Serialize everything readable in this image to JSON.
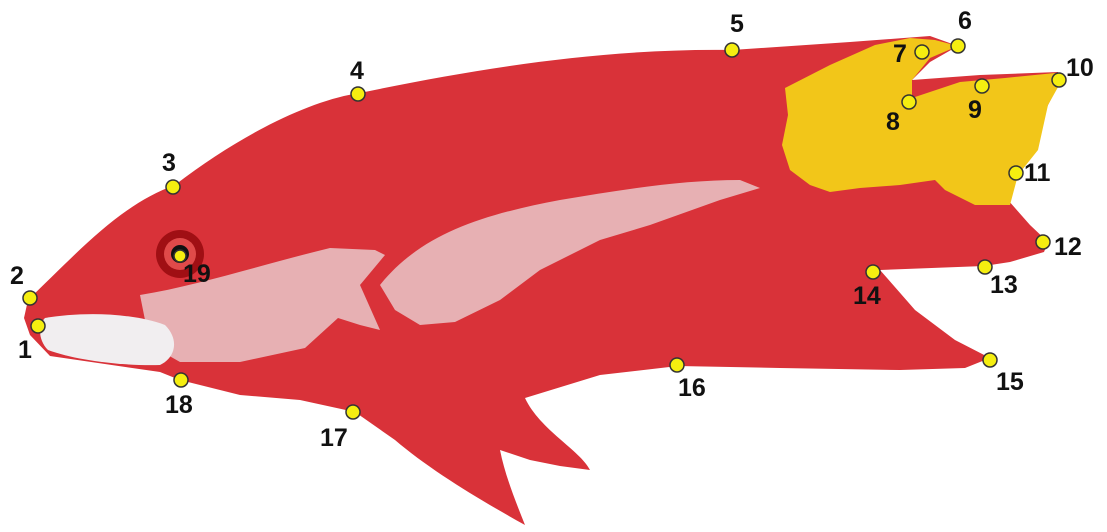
{
  "colors": {
    "background": "#ffffff",
    "body": "#d93239",
    "tail": "#f2c619",
    "pale_stripe": "#e8b7b9",
    "jaw": "#f1eef0",
    "landmark_fill": "#f5ee10",
    "landmark_stroke": "#333333",
    "eye": "#a00f14"
  },
  "landmarks": [
    {
      "label": "1"
    },
    {
      "label": "2"
    },
    {
      "label": "3"
    },
    {
      "label": "4"
    },
    {
      "label": "5"
    },
    {
      "label": "6"
    },
    {
      "label": "7"
    },
    {
      "label": "8"
    },
    {
      "label": "9"
    },
    {
      "label": "10"
    },
    {
      "label": "11"
    },
    {
      "label": "12"
    },
    {
      "label": "13"
    },
    {
      "label": "14"
    },
    {
      "label": "15"
    },
    {
      "label": "16"
    },
    {
      "label": "17"
    },
    {
      "label": "18"
    },
    {
      "label": "19"
    }
  ]
}
